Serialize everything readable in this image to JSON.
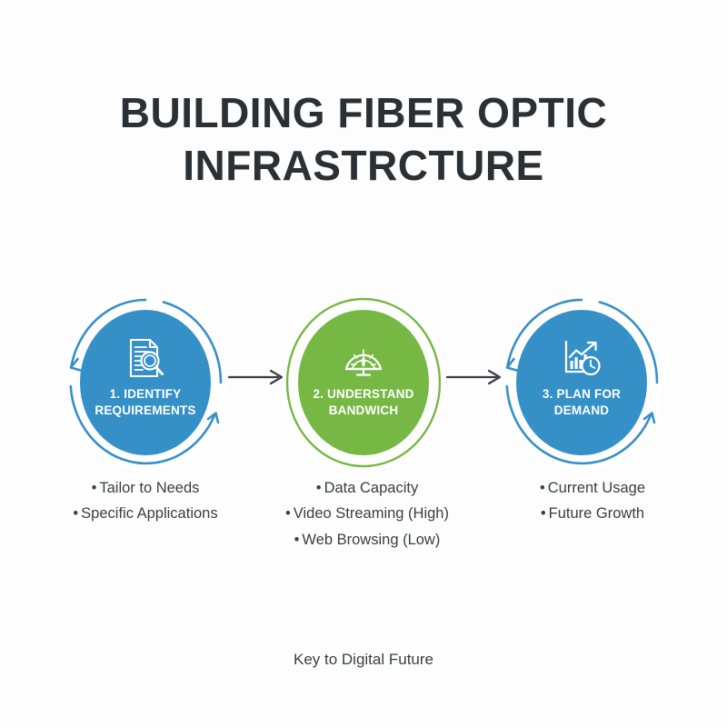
{
  "page": {
    "background_color": "#fdfdfd",
    "title_lines": [
      "BUILDING FIBER OPTIC",
      "INFRASTRCTURE"
    ],
    "footer_text": "Key to Digital Future"
  },
  "colors": {
    "blue": "#3690c8",
    "green": "#76b843",
    "title_text": "#2b3034",
    "body_text": "#3a3f44",
    "arrow_connector": "#3b3f44",
    "white": "#ffffff"
  },
  "steps": [
    {
      "number": "1.",
      "label_lines": [
        "1. IDENTIFY",
        "REQUIREMENTS"
      ],
      "label": "1. IDENTIFY REQUIREMENTS",
      "color": "#3690c8",
      "icon": "document-magnifier-icon",
      "ring_style": "arc-with-arrows",
      "bullets": [
        "Tailor to Needs",
        "Specific Applications"
      ]
    },
    {
      "number": "2.",
      "label_lines": [
        "2. UNDERSTAND",
        "BANDWICH"
      ],
      "label": "2. UNDERSTAND BANDWICH",
      "color": "#76b843",
      "icon": "speedometer-gauge-icon",
      "ring_style": "full-circle",
      "bullets": [
        "Data Capacity",
        "Video Streaming (High)",
        "Web Browsing (Low)"
      ]
    },
    {
      "number": "3.",
      "label_lines": [
        "3. PLAN FOR",
        "DEMAND"
      ],
      "label": "3. PLAN FOR DEMAND",
      "color": "#3690c8",
      "icon": "growth-chart-clock-icon",
      "ring_style": "arc-with-arrows",
      "bullets": [
        "Current Usage",
        "Future Growth"
      ]
    }
  ],
  "connectors": [
    {
      "from": "step-1",
      "to": "step-2",
      "glyph": "arrow-right"
    },
    {
      "from": "step-2",
      "to": "step-3",
      "glyph": "arrow-right"
    }
  ],
  "bullet_marker": "•"
}
